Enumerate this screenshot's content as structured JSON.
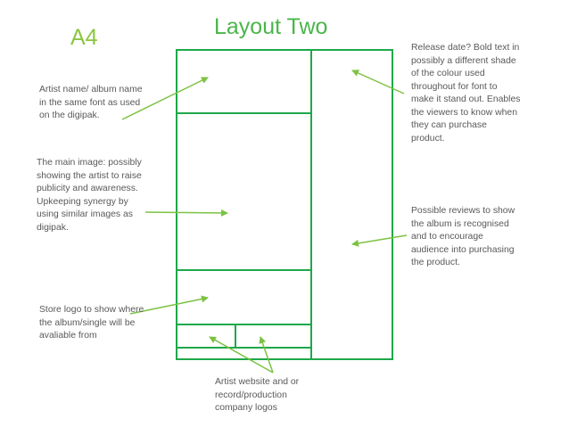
{
  "page": {
    "paper_size": "A4",
    "title": "Layout Two"
  },
  "annotations": {
    "artist_name": "Artist name/ album name\nin the same font as used\non the digipak.",
    "main_image": "The main image: possibly\nshowing the artist to raise\npublicity and awareness.\nUpkeeping synergy by\nusing similar images as\ndigipak.",
    "store_logo": "Store logo to show where\nthe album/single will be\navaliable from",
    "release_date": "Release date? Bold text in\npossibly a different shade\nof the colour used\nthroughout for font to\nmake it stand out. Enables\nthe viewers to know when\nthey can purchase\nproduct.",
    "reviews": "Possible reviews to show\nthe album is recognised\nand to encourage\naudience into purchasing\nthe product.",
    "logos": "Artist website and or\nrecord/production\ncompany logos"
  },
  "colors": {
    "frame": "#1ea84a",
    "arrow": "#7cc242",
    "title": "#4ab54a",
    "paper_size": "#8ac63f",
    "note_text": "#595959"
  }
}
